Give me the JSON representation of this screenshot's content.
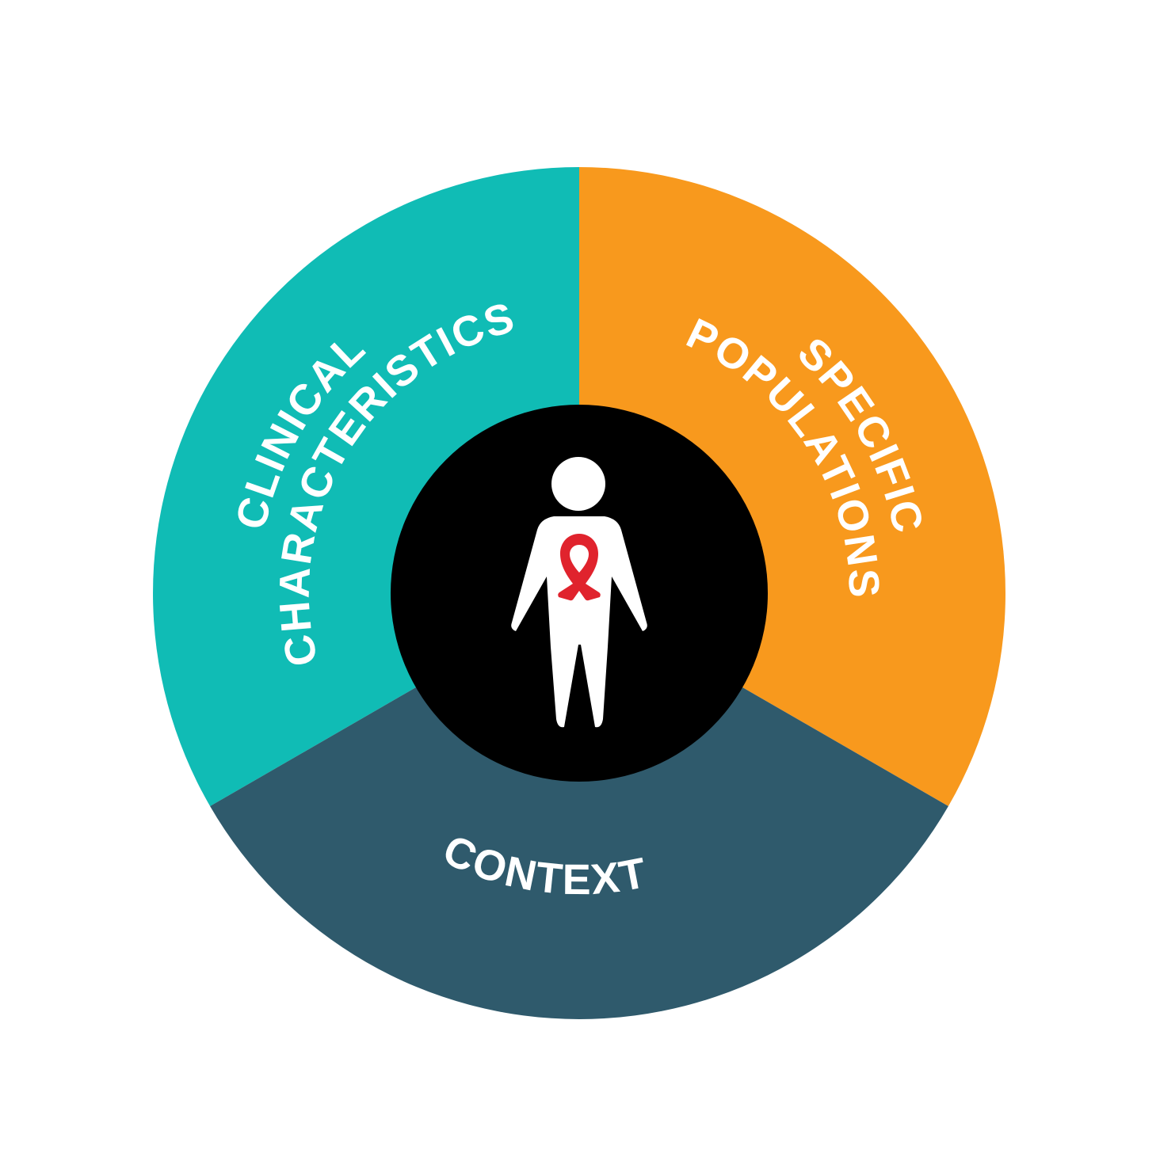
{
  "diagram": {
    "background_color": "#ffffff",
    "label_color": "#ffffff",
    "segments": [
      {
        "name": "clinical-characteristics",
        "label_lines": [
          "CLINICAL",
          "CHARACTERISTICS"
        ],
        "color": "#10BCB5"
      },
      {
        "name": "specific-populations",
        "label_lines": [
          "SPECIFIC",
          "POPULATIONS"
        ],
        "color": "#F8991D"
      },
      {
        "name": "context",
        "label_lines": [
          "CONTEXT"
        ],
        "color": "#2F5A6C"
      }
    ],
    "center": {
      "circle_color": "#000000",
      "icon": "person-with-red-awareness-ribbon",
      "person_color": "#ffffff",
      "ribbon_color": "#E0232D"
    }
  }
}
